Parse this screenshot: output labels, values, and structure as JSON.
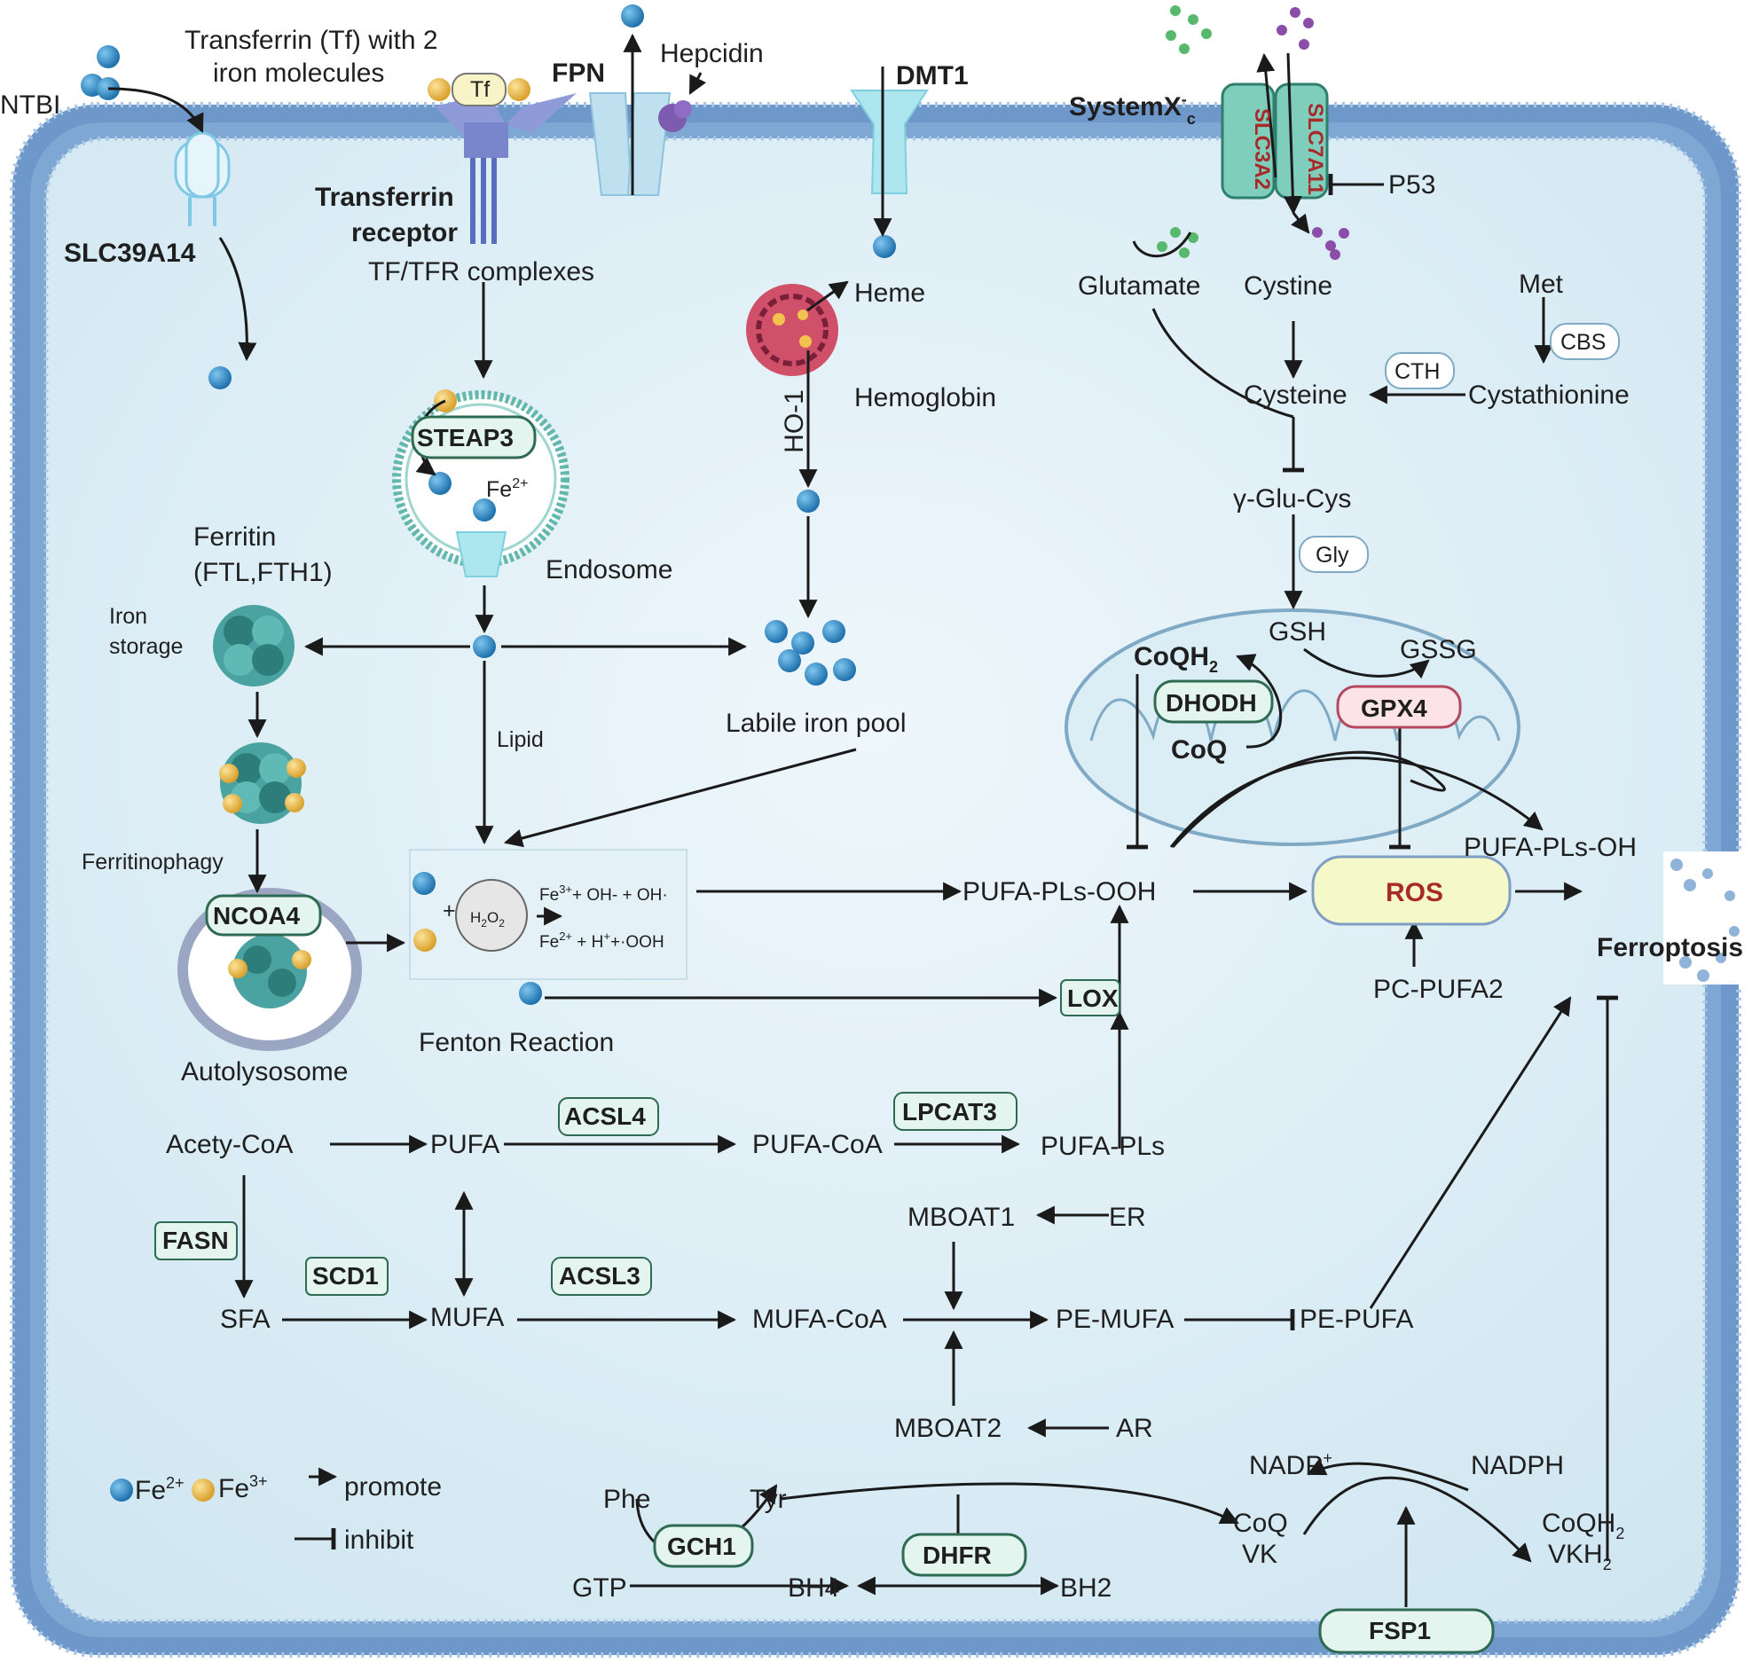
{
  "colors": {
    "fe2": "#2f8fcf",
    "fe3": "#f2c24f",
    "membrane": "#6d98c9",
    "cytoplasm": "#d9ecf5",
    "enzyme_fill": "#e3f5ee",
    "enzyme_stroke": "#2f6b52",
    "ros_fill": "#f5f8c9",
    "gpx4_fill": "#fbe3e7",
    "slc_text": "#c0392b"
  },
  "labels": {
    "ntbi": "NTBI",
    "transferrin": "Transferrin (Tf) with 2",
    "transferrin2": "iron molecules",
    "tf": "Tf",
    "fpn": "FPN",
    "hepcidin": "Hepcidin",
    "dmt1": "DMT1",
    "systemxc": "SystemX",
    "systemxc_sup": "-",
    "systemxc_sub": "c",
    "slc3a2": "SLC3A2",
    "slc7a11": "SLC7A11",
    "p53": "P53",
    "slc39a14": "SLC39A14",
    "tfr": "Transferrin",
    "tfr2": "receptor",
    "tf_tfr": "TF/TFR complexes",
    "heme": "Heme",
    "hemoglobin": "Hemoglobin",
    "ho1": "HO-1",
    "glutamate": "Glutamate",
    "cystine": "Cystine",
    "met": "Met",
    "cbs": "CBS",
    "cth": "CTH",
    "cysteine": "Cysteine",
    "cystathionine": "Cystathionine",
    "gglucys": "γ-Glu-Cys",
    "gly": "Gly",
    "gsh": "GSH",
    "gssg": "GSSG",
    "coqh2": "CoQH",
    "coqh2_sub": "2",
    "dhodh": "DHODH",
    "gpx4": "GPX4",
    "coq": "CoQ",
    "steap3": "STEAP3",
    "fe2plus": "Fe",
    "fe2plus_sup": "2+",
    "endosome": "Endosome",
    "ferritin": "Ferritin",
    "ferritin2": "(FTL,FTH1)",
    "iron": "Iron",
    "storage": "storage",
    "lipid": "Lipid",
    "labile": "Labile iron pool",
    "ferritinophagy": "Ferritinophagy",
    "ncoa4": "NCOA4",
    "autolysosome": "Autolysosome",
    "h2o2": "H",
    "h2o2_2": "2",
    "h2o2_o": "O",
    "h2o2_2b": "2",
    "plus": "+",
    "fenton1_a": "Fe",
    "fenton1_sup": "3+",
    "fenton1_b": "+ OH- + OH·",
    "fenton2_a": "Fe",
    "fenton2_sup": "2+",
    "fenton2_b": " + H",
    "fenton2_sup2": "+",
    "fenton2_c": "+·OOH",
    "fenton_reaction": "Fenton Reaction",
    "pufa_ploh": "PUFA-PLs-OH",
    "pufa_plooh": "PUFA-PLs-OOH",
    "ros": "ROS",
    "ferroptosis": "Ferroptosis",
    "lox": "LOX",
    "pc_pufa2": "PC-PUFA2",
    "acetycoa": "Acety-CoA",
    "pufa": "PUFA",
    "acsl4": "ACSL4",
    "pufa_coa": "PUFA-CoA",
    "lpcat3": "LPCAT3",
    "pufa_pls": "PUFA-PLs",
    "fasn": "FASN",
    "mboat1": "MBOAT1",
    "er": "ER",
    "scd1": "SCD1",
    "acsl3": "ACSL3",
    "sfa": "SFA",
    "mufa": "MUFA",
    "mufa_coa": "MUFA-CoA",
    "pe_mufa": "PE-MUFA",
    "pe_pufa": "PE-PUFA",
    "mboat2": "MBOAT2",
    "ar": "AR",
    "nadp": "NADP",
    "nadp_sup": "+",
    "nadph": "NADPH",
    "phe": "Phe",
    "tyr": "Tyr",
    "gch1": "GCH1",
    "dhfr": "DHFR",
    "coq_b": "CoQ",
    "vk": "VK",
    "coqh2_b": "CoQH",
    "coqh2_b_sub": "2",
    "vkh2": "VKH",
    "vkh2_sub": "2",
    "gtp": "GTP",
    "bh4": "BH4",
    "bh2": "BH2",
    "fsp1": "FSP1",
    "legend_fe2": "Fe",
    "legend_fe2_sup": "2+",
    "legend_fe3": "Fe",
    "legend_fe3_sup": "3+",
    "legend_promote": "promote",
    "legend_inhibit": "inhibit"
  }
}
